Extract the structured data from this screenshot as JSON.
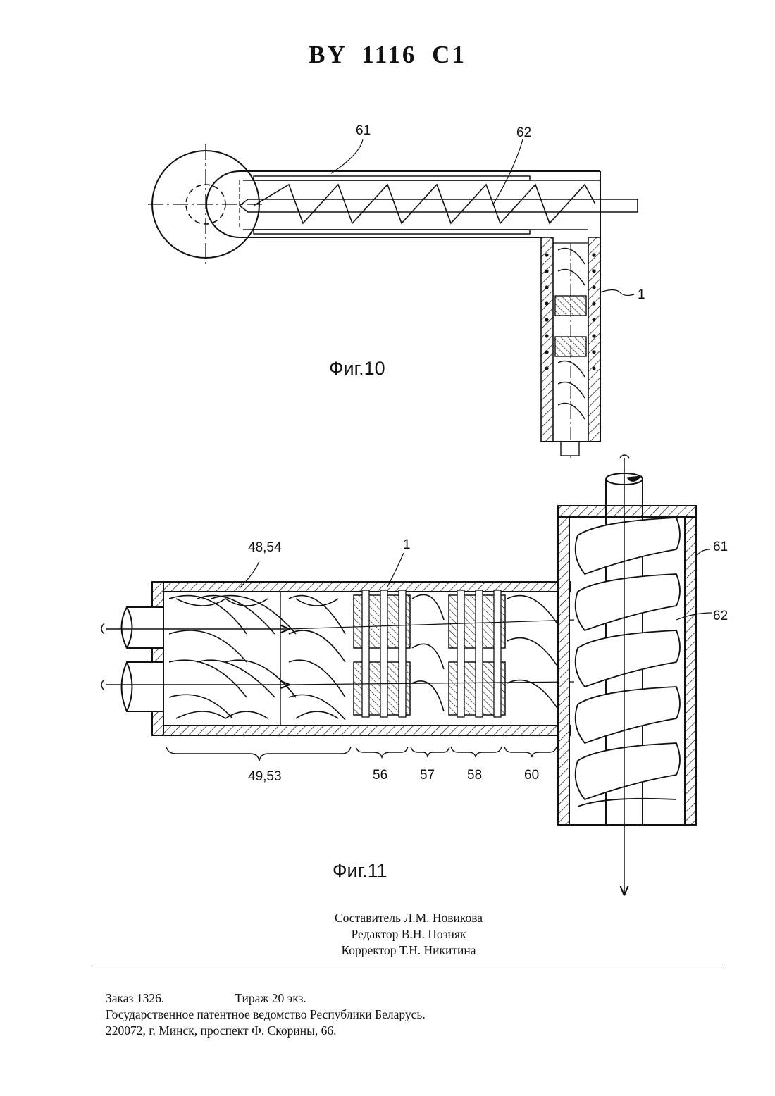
{
  "document": {
    "patent_number": "BY 1116 C1"
  },
  "figure_10": {
    "caption": "Фиг.10",
    "labels": {
      "top_left": "61",
      "top_right": "62",
      "side": "1"
    }
  },
  "figure_11": {
    "caption": "Фиг.11",
    "labels": {
      "section_upper": "48,54",
      "section_center": "1",
      "tube_right_upper": "61",
      "tube_right_lower": "62",
      "bottom": [
        "49,53",
        "56",
        "57",
        "58",
        "60"
      ]
    }
  },
  "credits": {
    "compiler": "Составитель Л.М. Новикова",
    "editor": "Редактор В.Н. Позняк",
    "proofreader": "Корректор Т.Н. Никитина"
  },
  "imprint": {
    "order": "Заказ  1326.",
    "run": "Тираж 20 экз.",
    "office": "Государственное патентное ведомство Республики Беларусь.",
    "address": "220072, г. Минск, проспект Ф. Скорины, 66."
  }
}
